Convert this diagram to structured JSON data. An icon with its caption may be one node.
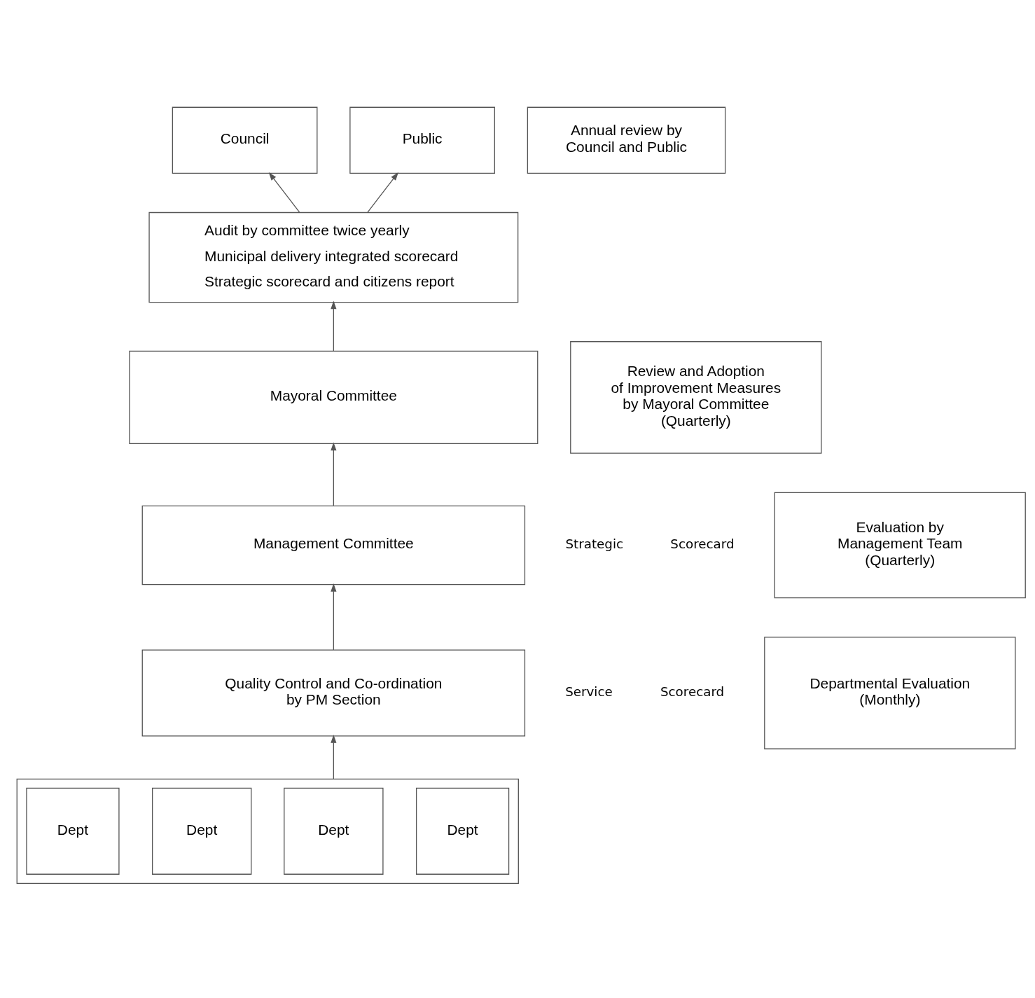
{
  "diagram": {
    "nodes": [
      {
        "text": [
          "Council"
        ]
      },
      {
        "text": [
          "Public"
        ]
      },
      {
        "text": [
          "Audit by committee twice yearly",
          "Municipal delivery integrated scorecard",
          "Strategic scorecard and citizens report"
        ]
      },
      {
        "text": [
          "Mayoral Committee"
        ]
      },
      {
        "text": [
          "Management Committee"
        ]
      },
      {
        "text": [
          "Quality Control and Co-ordination by PM Section"
        ]
      },
      {
        "text": [],
        "shape": "box"
      },
      {
        "text": [
          "Dept"
        ],
        "in": 6
      },
      {
        "text": [
          "Dept"
        ],
        "in": 6
      },
      {
        "text": [
          "Dept"
        ],
        "in": 6
      },
      {
        "text": [
          "Dept"
        ],
        "in": 6
      },
      {
        "text": [
          "Annual review by Council and Public"
        ]
      },
      {
        "text": [
          "Review and Adoption of Improvement Measures by Mayoral Committee (Quarterly)"
        ]
      },
      {
        "text": [
          "Evaluation by Management Team (Quarterly)"
        ]
      },
      {
        "text": [
          "Departmental Evaluation (Monthly)"
        ]
      }
    ],
    "edges": [
      {
        "from": 2,
        "to": 0,
        "arrow": "to"
      },
      {
        "from": 2,
        "to": 1,
        "arrow": "to"
      },
      {
        "from": 3,
        "to": 2,
        "arrow": "to"
      },
      {
        "from": 4,
        "to": 3,
        "arrow": "to"
      },
      {
        "from": 5,
        "to": 4,
        "arrow": "to"
      },
      {
        "from": 6,
        "to": 5,
        "arrow": "to"
      }
    ],
    "labels": [
      "Strategic",
      "Scorecard",
      "Service",
      "Scorecard"
    ]
  }
}
